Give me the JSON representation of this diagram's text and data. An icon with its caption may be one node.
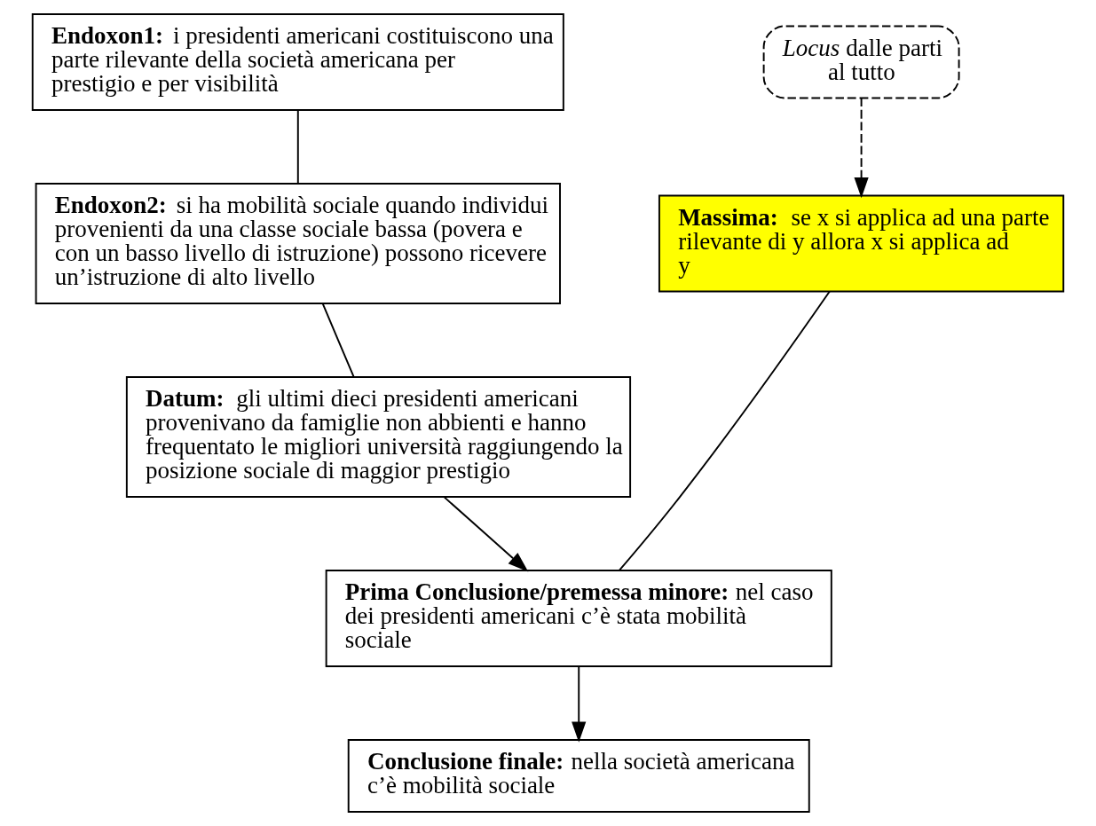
{
  "diagram": {
    "nodes": [
      {
        "text": [
          "**Endoxon1:** i presidenti americani costituiscono una parte rilevante della società americana per prestigio e per visibilità"
        ]
      },
      {
        "text": [
          "*Locus* dalle parti al tutto"
        ]
      },
      {
        "text": [
          "**Endoxon2:** si ha mobilità sociale quando individui provenienti da una classe sociale bassa (povera e con un basso livello di istruzione) possono ricevere un’istruzione di alto livello"
        ]
      },
      {
        "text": [
          "**Massima:** se x si applica ad una parte rilevante di y allora x si applica ad y"
        ]
      },
      {
        "text": [
          "**Datum:** gli ultimi dieci presidenti americani provenivano da famiglie non abbienti e hanno frequentato le migliori università raggiungendo la posizione sociale di maggior prestigio"
        ]
      },
      {
        "text": [
          "**Prima Conclusione/premessa minore:** nel caso dei presidenti americani c’è stata mobilità sociale"
        ]
      },
      {
        "text": [
          "**Conclusione finale:** nella società americana c’è mobilità sociale"
        ]
      }
    ],
    "edges": [
      {
        "from": 0,
        "to": 2,
        "arrow": "none"
      },
      {
        "from": 1,
        "to": 3,
        "arrow": "to",
        "style": "dashed"
      },
      {
        "from": 2,
        "to": 4,
        "arrow": "none"
      },
      {
        "from": 4,
        "to": 5,
        "arrow": "to"
      },
      {
        "from": 3,
        "to": 5,
        "arrow": "none"
      },
      {
        "from": 5,
        "to": 6,
        "arrow": "to"
      }
    ]
  }
}
